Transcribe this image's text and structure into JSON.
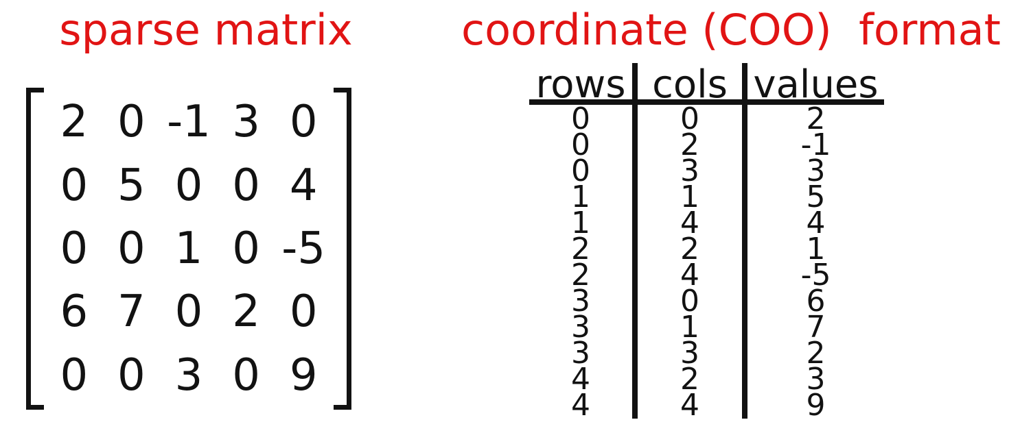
{
  "palette": {
    "title_red": "#e11414",
    "ink": "#121212",
    "background": "#ffffff"
  },
  "left": {
    "title": "sparse matrix",
    "matrix": {
      "rows": [
        [
          "2",
          "0",
          "-1",
          "3",
          "0"
        ],
        [
          "0",
          "5",
          "0",
          "0",
          "4"
        ],
        [
          "0",
          "0",
          "1",
          "0",
          "-5"
        ],
        [
          "6",
          "7",
          "0",
          "2",
          "0"
        ],
        [
          "0",
          "0",
          "3",
          "0",
          "9"
        ]
      ]
    }
  },
  "right": {
    "title": "coordinate (COO)  format",
    "table": {
      "headers": [
        "rows",
        "cols",
        "values"
      ],
      "rows_col": [
        "0",
        "0",
        "0",
        "1",
        "1",
        "2",
        "2",
        "3",
        "3",
        "3",
        "4",
        "4"
      ],
      "cols_col": [
        "0",
        "2",
        "3",
        "1",
        "4",
        "2",
        "4",
        "0",
        "1",
        "3",
        "2",
        "4"
      ],
      "values_col": [
        "2",
        "-1",
        "3",
        "5",
        "4",
        "1",
        "-5",
        "6",
        "7",
        "2",
        "3",
        "9"
      ]
    }
  }
}
